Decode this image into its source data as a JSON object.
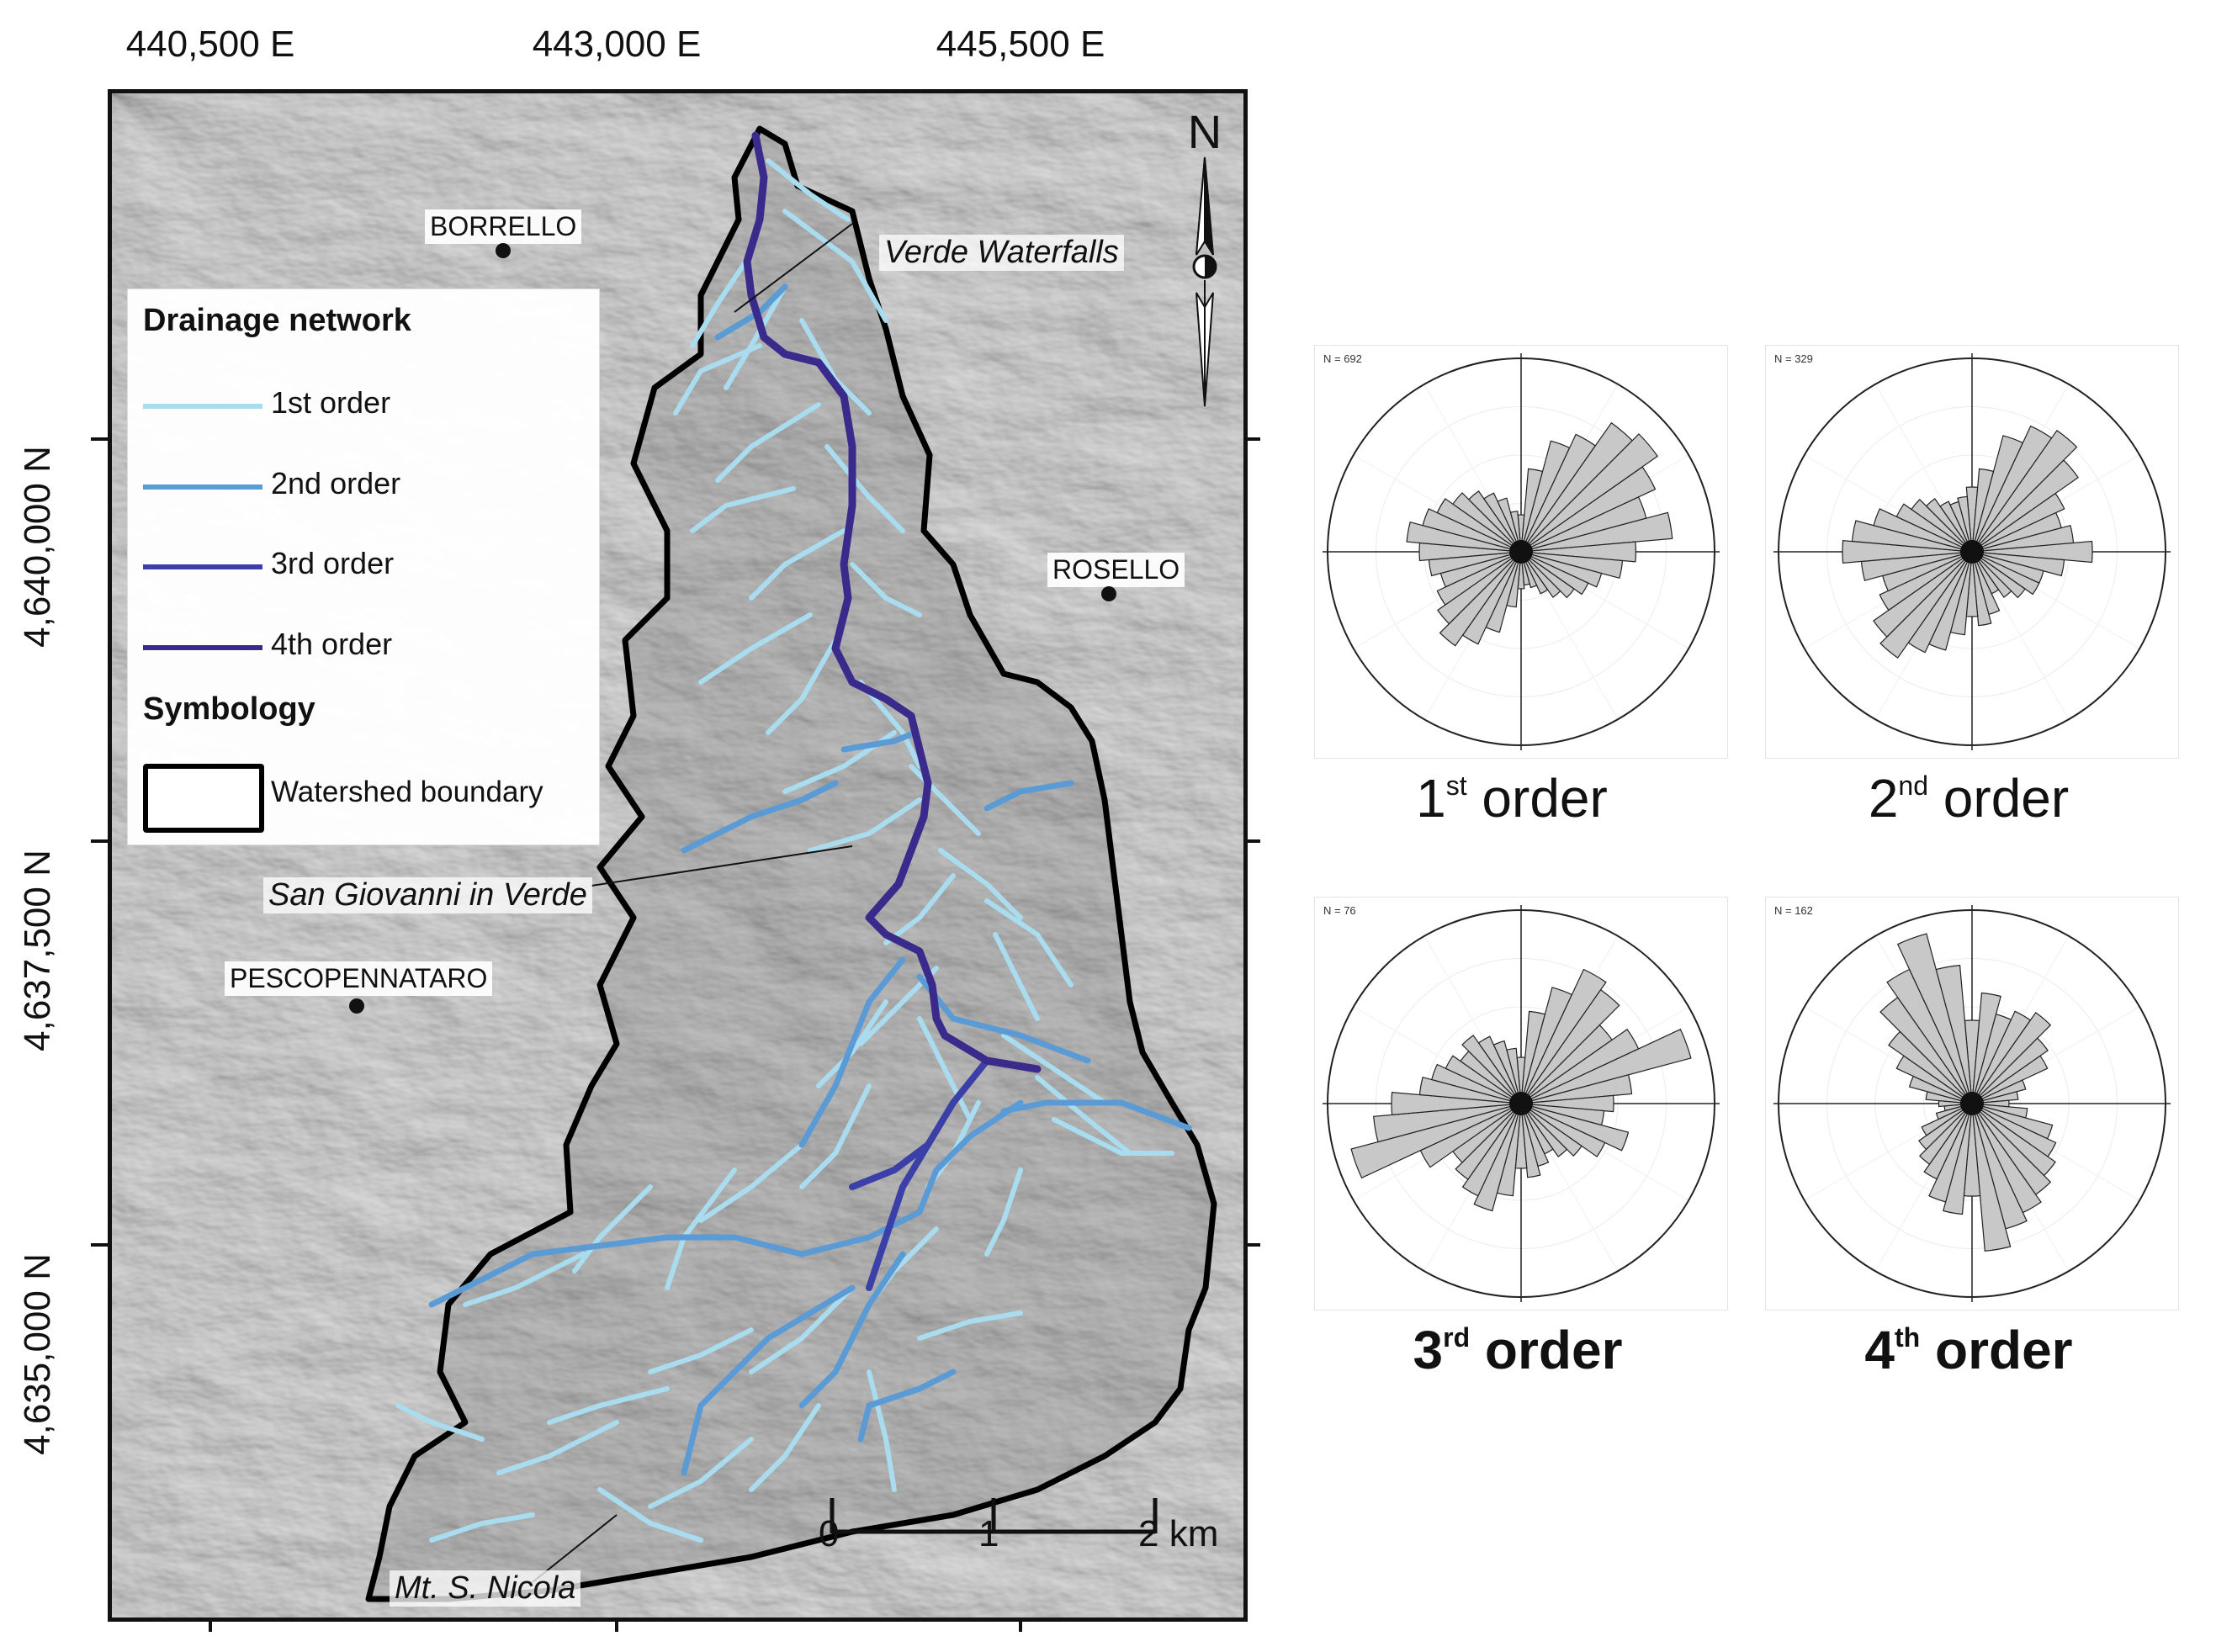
{
  "grid": {
    "eastings": [
      "440,500 E",
      "443,000 E",
      "445,500 E"
    ],
    "northings": [
      "4,640,000 N",
      "4,637,500 N",
      "4,635,000 N"
    ]
  },
  "places": {
    "borrello": "BORRELLO",
    "rosello": "ROSELLO",
    "pescopennataro": "PESCOPENNATARO"
  },
  "annotations": {
    "verde_waterfalls": "Verde Waterfalls",
    "san_giovanni": "San Giovanni in Verde",
    "mt_nicola": "Mt. S. Nicola"
  },
  "north_label": "N",
  "scalebar": {
    "labels": [
      "0",
      "1",
      "2 km"
    ]
  },
  "legend": {
    "drainage_title": "Drainage network",
    "items": [
      {
        "label": "1st order",
        "color": "#a9dcef"
      },
      {
        "label": "2nd order",
        "color": "#5b9bd5"
      },
      {
        "label": "3rd order",
        "color": "#3b3fa8"
      },
      {
        "label": "4th order",
        "color": "#3a2a8c"
      }
    ],
    "symbology_title": "Symbology",
    "boundary_label": "Watershed boundary"
  },
  "chart_data": [
    {
      "type": "rose",
      "n_label": "N = 692",
      "caption_number": "1",
      "caption_suffix": "st",
      "caption_word": "order",
      "directions_deg": [
        0,
        10,
        20,
        30,
        40,
        50,
        60,
        70,
        80,
        90,
        100,
        110,
        120,
        130,
        140,
        150,
        160,
        170,
        180,
        190,
        200,
        210,
        220,
        230,
        240,
        250,
        260,
        270,
        280,
        290,
        300,
        310,
        320,
        330,
        340,
        350
      ],
      "relative_frequency": [
        0.2,
        0.45,
        0.62,
        0.7,
        0.85,
        0.9,
        0.8,
        0.7,
        0.82,
        0.62,
        0.55,
        0.45,
        0.4,
        0.35,
        0.3,
        0.25,
        0.2,
        0.18,
        0.2,
        0.3,
        0.45,
        0.55,
        0.62,
        0.55,
        0.5,
        0.45,
        0.5,
        0.55,
        0.62,
        0.55,
        0.5,
        0.45,
        0.4,
        0.35,
        0.3,
        0.22
      ]
    },
    {
      "type": "rose",
      "n_label": "N = 329",
      "caption_number": "2",
      "caption_suffix": "nd",
      "caption_word": "order",
      "directions_deg": [
        0,
        10,
        20,
        30,
        40,
        50,
        60,
        70,
        80,
        90,
        100,
        110,
        120,
        130,
        140,
        150,
        160,
        170,
        180,
        190,
        200,
        210,
        220,
        230,
        240,
        250,
        260,
        270,
        280,
        290,
        300,
        310,
        320,
        330,
        340,
        350
      ],
      "relative_frequency": [
        0.35,
        0.45,
        0.65,
        0.75,
        0.8,
        0.7,
        0.55,
        0.5,
        0.55,
        0.65,
        0.5,
        0.4,
        0.4,
        0.35,
        0.3,
        0.25,
        0.35,
        0.4,
        0.35,
        0.45,
        0.55,
        0.6,
        0.7,
        0.65,
        0.55,
        0.5,
        0.6,
        0.7,
        0.65,
        0.55,
        0.45,
        0.4,
        0.35,
        0.3,
        0.28,
        0.3
      ]
    },
    {
      "type": "rose",
      "n_label": "N = 76",
      "caption_number": "3",
      "caption_suffix": "rd",
      "caption_word": "order",
      "directions_deg": [
        0,
        10,
        20,
        30,
        40,
        50,
        60,
        70,
        80,
        90,
        100,
        110,
        120,
        130,
        140,
        150,
        160,
        170,
        180,
        190,
        200,
        210,
        220,
        230,
        240,
        250,
        260,
        270,
        280,
        290,
        300,
        310,
        320,
        330,
        340,
        350
      ],
      "relative_frequency": [
        0.25,
        0.5,
        0.65,
        0.8,
        0.75,
        0.6,
        0.7,
        0.95,
        0.6,
        0.5,
        0.45,
        0.6,
        0.5,
        0.4,
        0.35,
        0.3,
        0.35,
        0.4,
        0.35,
        0.5,
        0.6,
        0.55,
        0.5,
        0.45,
        0.6,
        0.95,
        0.8,
        0.7,
        0.55,
        0.5,
        0.45,
        0.4,
        0.45,
        0.4,
        0.35,
        0.3
      ]
    },
    {
      "type": "rose",
      "n_label": "N = 162",
      "caption_number": "4",
      "caption_suffix": "th",
      "caption_word": "order",
      "directions_deg": [
        0,
        10,
        20,
        30,
        40,
        50,
        60,
        70,
        80,
        90,
        100,
        110,
        120,
        130,
        140,
        150,
        160,
        170,
        180,
        190,
        200,
        210,
        220,
        230,
        240,
        250,
        260,
        270,
        280,
        290,
        300,
        310,
        320,
        330,
        340,
        350
      ],
      "relative_frequency": [
        0.45,
        0.6,
        0.5,
        0.55,
        0.6,
        0.5,
        0.45,
        0.3,
        0.25,
        0.2,
        0.3,
        0.45,
        0.5,
        0.55,
        0.6,
        0.65,
        0.7,
        0.8,
        0.5,
        0.6,
        0.55,
        0.45,
        0.4,
        0.35,
        0.3,
        0.2,
        0.15,
        0.18,
        0.25,
        0.35,
        0.45,
        0.55,
        0.7,
        0.8,
        0.95,
        0.75
      ]
    }
  ]
}
